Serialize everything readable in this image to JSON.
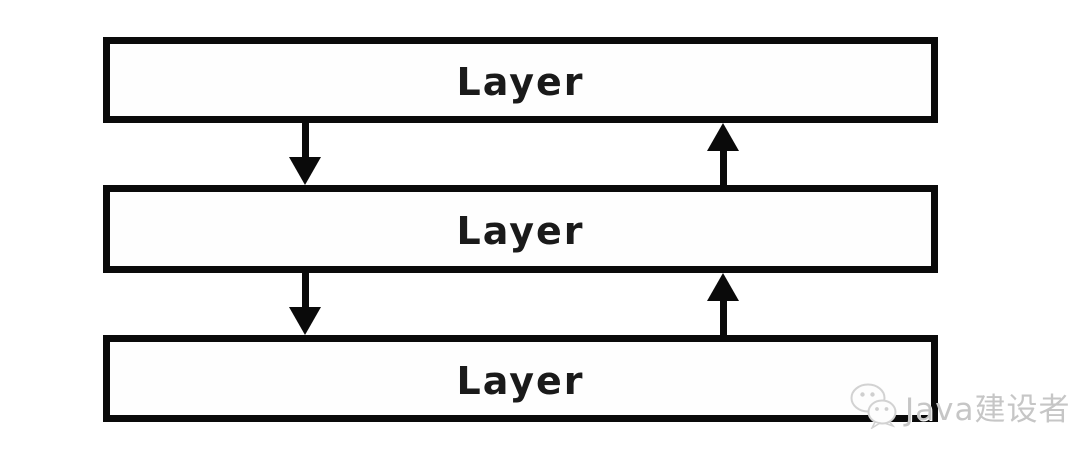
{
  "diagram": {
    "title": "layered-architecture",
    "layers": [
      {
        "id": "layer-1",
        "label": "Layer"
      },
      {
        "id": "layer-2",
        "label": "Layer"
      },
      {
        "id": "layer-3",
        "label": "Layer"
      }
    ],
    "arrows": [
      {
        "from": "layer-1",
        "to": "layer-2",
        "direction": "down"
      },
      {
        "from": "layer-2",
        "to": "layer-1",
        "direction": "up"
      },
      {
        "from": "layer-2",
        "to": "layer-3",
        "direction": "down"
      },
      {
        "from": "layer-3",
        "to": "layer-2",
        "direction": "up"
      }
    ],
    "colors": {
      "background": "#ffffff",
      "box_border": "#0a0a0a",
      "box_fill": "#fefefe",
      "label_text": "#1a1a1a"
    }
  },
  "watermark": {
    "icon": "wechat-icon",
    "text": "Java建设者",
    "color": "#c6c6c6"
  }
}
